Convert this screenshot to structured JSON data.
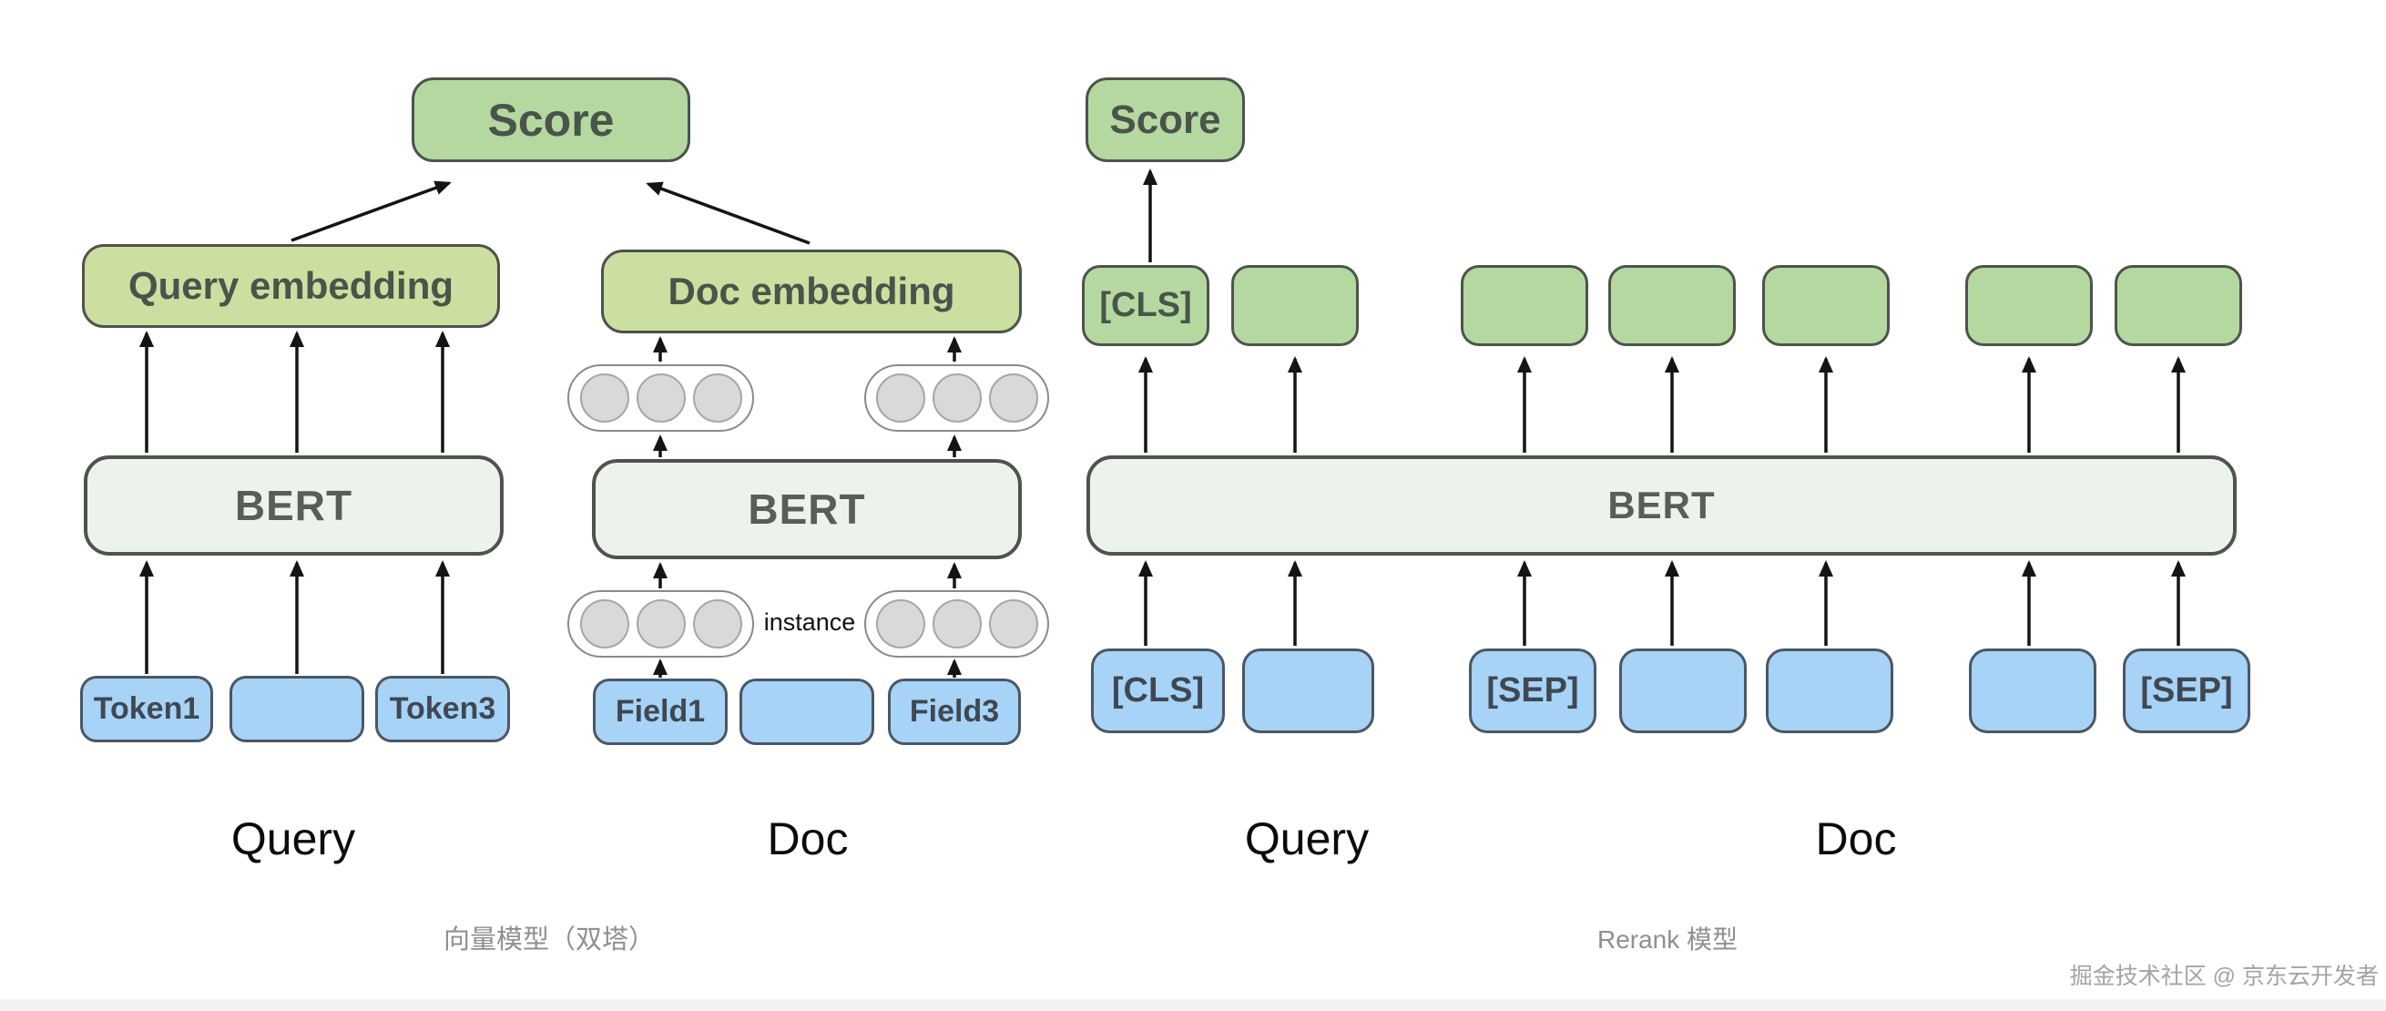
{
  "colors": {
    "green_fill": "#b5d8a0",
    "ygreen_fill": "#cddfa0",
    "bert_fill": "#eef2ec",
    "blue_fill": "#a6d3f6",
    "box_border": "#4c544c",
    "blue_border": "#4b5763",
    "arrow": "#141414",
    "caption_text": "#8f8f8f",
    "watermark_text": "#a3a3a3",
    "bg": "#ffffff"
  },
  "left_diagram": {
    "score": "Score",
    "query_embedding": "Query embedding",
    "doc_embedding": "Doc embedding",
    "bert_query": "BERT",
    "bert_doc": "BERT",
    "instance": "instance",
    "query_tokens": [
      "Token1",
      "",
      "Token3"
    ],
    "doc_fields": [
      "Field1",
      "",
      "Field3"
    ],
    "query_label": "Query",
    "doc_label": "Doc",
    "caption": "向量模型（双塔）"
  },
  "right_diagram": {
    "score": "Score",
    "bert": "BERT",
    "output_row": [
      "[CLS]",
      "",
      "",
      "",
      "",
      "",
      ""
    ],
    "input_row": [
      "[CLS]",
      "",
      "[SEP]",
      "",
      "",
      "",
      "[SEP]"
    ],
    "query_label": "Query",
    "doc_label": "Doc",
    "caption": "Rerank 模型"
  },
  "watermark": "掘金技术社区 @ 京东云开发者"
}
